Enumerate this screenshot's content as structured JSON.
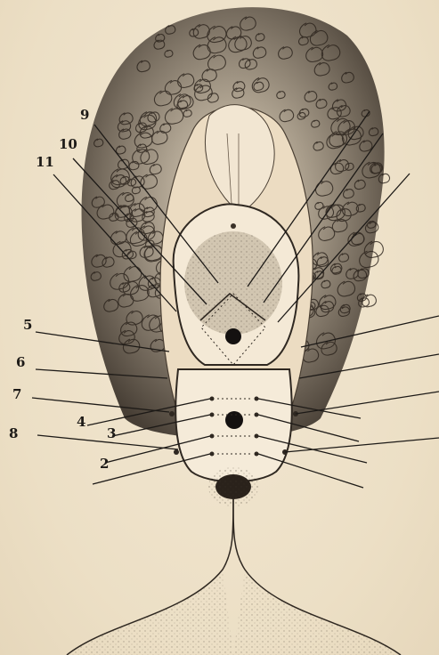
{
  "figure": {
    "description_labels": [
      "2",
      "3",
      "4",
      "5",
      "6",
      "7",
      "8",
      "9",
      "10",
      "11"
    ],
    "labels": {
      "n2": "2",
      "n3": "3",
      "n4": "4",
      "n5": "5",
      "n6": "6",
      "n7": "7",
      "n8": "8",
      "n9": "9",
      "n10": "10",
      "n11": "11"
    },
    "colors": {
      "paper": "#efe3cc",
      "ink": "#1d1a17"
    }
  }
}
